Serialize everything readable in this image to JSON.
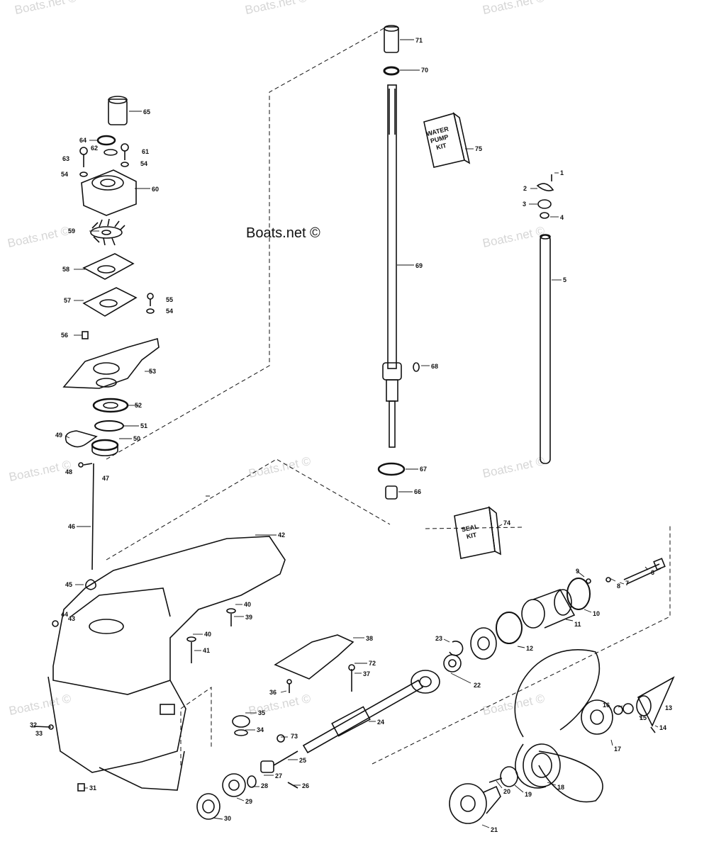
{
  "watermark": {
    "main": "Boats.net ©",
    "faded": "Boats.net ©"
  },
  "kits": {
    "water_pump": [
      "WATER",
      "PUMP",
      "KIT"
    ],
    "seal": [
      "SEAL",
      "KIT"
    ]
  },
  "callouts": [
    "1",
    "2",
    "3",
    "4",
    "5",
    "6",
    "7",
    "8",
    "9",
    "10",
    "11",
    "12",
    "13",
    "14",
    "15",
    "16",
    "17",
    "18",
    "19",
    "20",
    "21",
    "22",
    "23",
    "24",
    "25",
    "26",
    "27",
    "28",
    "29",
    "30",
    "31",
    "32",
    "33",
    "34",
    "35",
    "36",
    "37",
    "38",
    "39",
    "40",
    "41",
    "42",
    "43",
    "44",
    "45",
    "46",
    "47",
    "48",
    "49",
    "50",
    "51",
    "52",
    "53",
    "54",
    "55",
    "56",
    "57",
    "58",
    "59",
    "60",
    "61",
    "62",
    "63",
    "64",
    "65",
    "66",
    "67",
    "68",
    "69",
    "70",
    "71",
    "72",
    "73",
    "74",
    "75"
  ],
  "colors": {
    "ink": "#111111",
    "paper": "#ffffff",
    "watermark": "#d6d6d6"
  }
}
